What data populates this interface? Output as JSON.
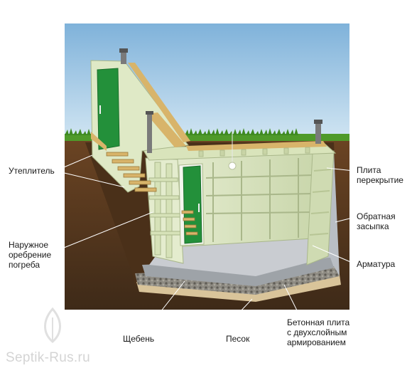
{
  "labels": {
    "insulation": "Утеплитель",
    "external_ribbing": [
      "Наружное",
      "оребрение",
      "погреба"
    ],
    "crushed_stone": "Щебень",
    "sand": "Песок",
    "slab_cover": [
      "Плита",
      "перекрытие"
    ],
    "backfill": [
      "Обратная",
      "засыпка"
    ],
    "rebar": "Арматура",
    "concrete_slab": [
      "Бетонная плита",
      "с двухслойным",
      "армированием"
    ]
  },
  "watermark": "Septik-Rus.ru",
  "colors": {
    "sky": "#a8cde8",
    "soil": "#5a3a1f",
    "grass": "#4f9a2a",
    "structure": "#dfe9c6",
    "door": "#23903a",
    "wood": "#d8b46a",
    "floor": "#c9ccd1",
    "gravel": "#7d7a73",
    "sand": "#d9c49a"
  },
  "icons": [
    "vent-pipe-icon",
    "door-icon",
    "lamp-icon",
    "stairs-icon",
    "plant-logo-icon"
  ]
}
